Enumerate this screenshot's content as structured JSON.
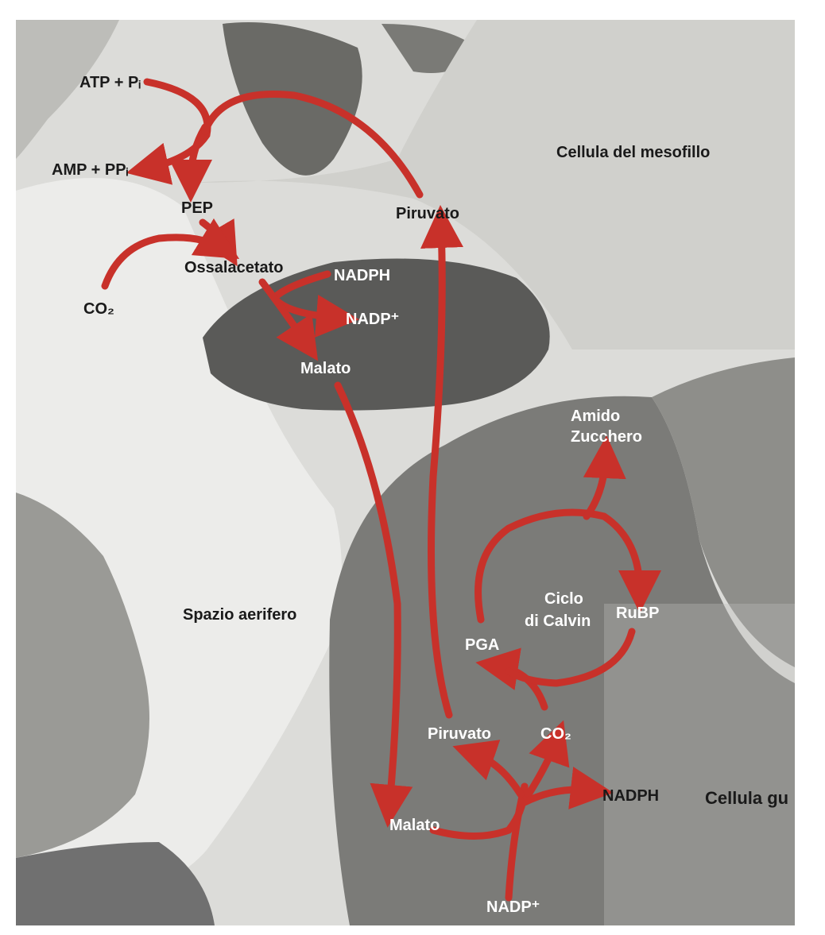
{
  "labels": {
    "atp_pi": "ATP + Pᵢ",
    "amp_ppi": "AMP + PPᵢ",
    "pep": "PEP",
    "co2_left": "CO₂",
    "ossalacetato": "Ossalacetato",
    "nadph_top": "NADPH",
    "nadp_top": "NADP⁺",
    "malato_top": "Malato",
    "piruvato_top": "Piruvato",
    "cellula_mesofillo": "Cellula del mesofillo",
    "amido": "Amido",
    "zucchero": "Zucchero",
    "ciclo": "Ciclo",
    "di_calvin": "di Calvin",
    "rubp": "RuBP",
    "pga": "PGA",
    "spazio_aerifero": "Spazio aerifero",
    "piruvato_bottom": "Piruvato",
    "co2_bottom": "CO₂",
    "cellula_guaina": "Cellula gu",
    "malato_bottom": "Malato",
    "nadph_bottom": "NADPH",
    "nadp_bottom": "NADP⁺"
  },
  "colors": {
    "arrow": "#c8312a",
    "background": "#d9d9d6",
    "chloroplast": "#5a5a58",
    "sheath_cell": "#7b7b78"
  }
}
